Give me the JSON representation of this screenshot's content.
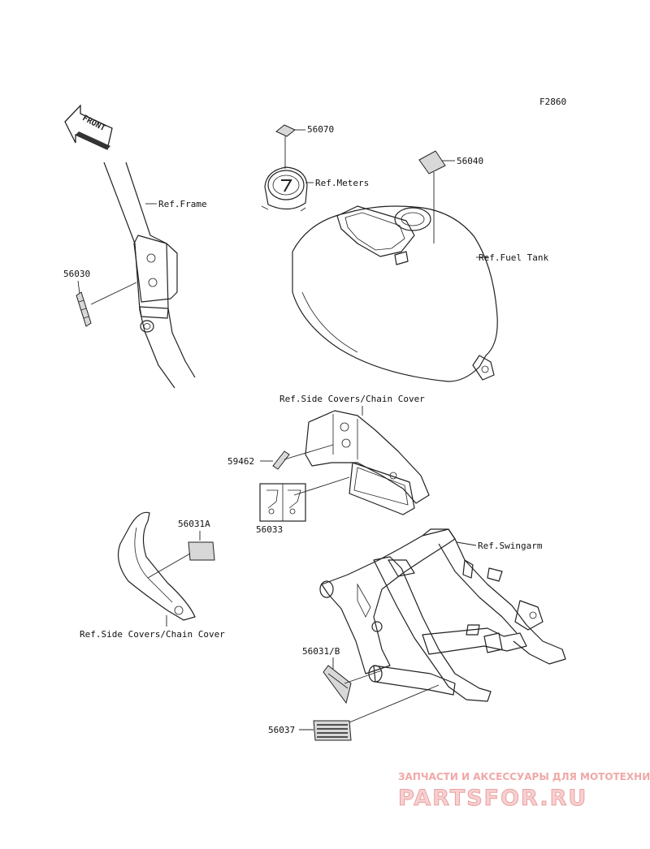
{
  "figure_code": "F2860",
  "front_arrow": {
    "text": "FRONT"
  },
  "labels": {
    "p56070": "56070",
    "ref_meters": "Ref.Meters",
    "p56040": "56040",
    "ref_frame": "Ref.Frame",
    "ref_fuel_tank": "Ref.Fuel Tank",
    "p56030": "56030",
    "ref_side_covers_top": "Ref.Side Covers/Chain Cover",
    "p59462": "59462",
    "p56033": "56033",
    "p56031a": "56031A",
    "ref_swingarm": "Ref.Swingarm",
    "ref_side_covers_bottom": "Ref.Side Covers/Chain Cover",
    "p56031b": "56031/B",
    "p56037": "56037"
  },
  "watermark": {
    "top": "ЗАПЧАСТИ И АКСЕССУАРЫ ДЛЯ МОТОТЕХНИКИ",
    "brand": "PARTSFOR.RU",
    "colors": {
      "text": "#f0a8a8",
      "fill": "#f7d0d0"
    }
  }
}
